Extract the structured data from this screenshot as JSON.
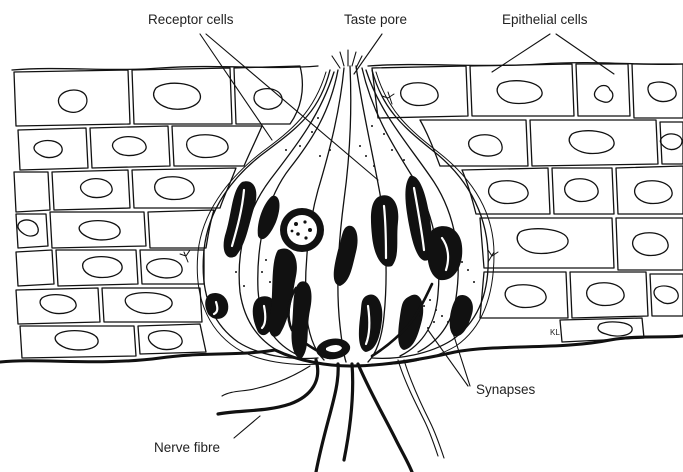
{
  "labels": {
    "receptor_cells": "Receptor cells",
    "taste_pore": "Taste pore",
    "epithelial_cells": "Epithelial cells",
    "synapses": "Synapses",
    "nerve_fibre": "Nerve fibre",
    "signature": "KL"
  }
}
